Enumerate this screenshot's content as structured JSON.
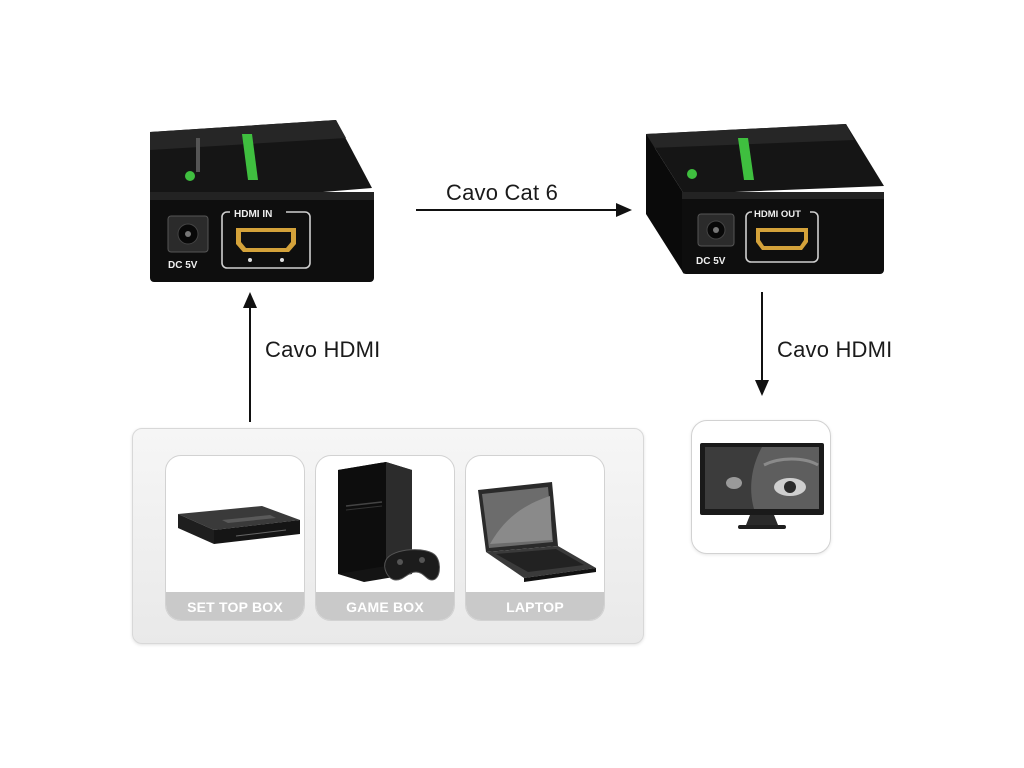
{
  "transmitter": {
    "port_label": "HDMI IN",
    "power_label": "DC 5V"
  },
  "receiver": {
    "port_label": "HDMI OUT",
    "power_label": "DC 5V"
  },
  "connections": {
    "cat6_label": "Cavo Cat 6",
    "hdmi_in_label": "Cavo HDMI",
    "hdmi_out_label": "Cavo HDMI"
  },
  "sources": [
    {
      "label": "SET TOP BOX",
      "icon": "set-top-box-icon"
    },
    {
      "label": "GAME BOX",
      "icon": "game-console-icon"
    },
    {
      "label": "LAPTOP",
      "icon": "laptop-icon"
    }
  ],
  "display": {
    "icon": "tv-icon"
  },
  "colors": {
    "device_body": "#1b1b1b",
    "accent_green": "#3fbf3f",
    "tile_caption": "#c9c9c9"
  }
}
